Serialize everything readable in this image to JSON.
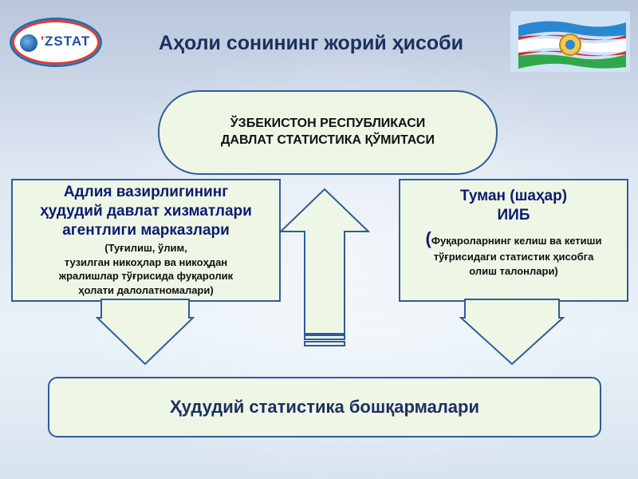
{
  "header": {
    "logo_text": "ZSTAT",
    "logo_mark": "'",
    "title": "Аҳоли сонининг жорий ҳисоби"
  },
  "top_oval": {
    "line1": "ЎЗБЕКИСТОН РЕСПУБЛИКАСИ",
    "line2": "ДАВЛАТ СТАТИСТИКА ҚЎМИТАСИ"
  },
  "left_box": {
    "title_lines": [
      "Адлия вазирлигининг",
      "ҳудудий давлат хизматлари",
      "агентлиги марказлари"
    ],
    "note_lines": [
      "(Туғилиш, ўлим,",
      "тузилган никоҳлар ва никоҳдан",
      "жралишлар тўғрисида фуқаролик",
      "ҳолати далолатномалари)"
    ]
  },
  "right_box": {
    "title_lines": [
      "Туман (шаҳар)",
      "ИИБ"
    ],
    "note_paren": "(",
    "note_lines": [
      "Фуқароларнинг келиш ва кетиши",
      "тўғрисидаги статистик ҳисобга",
      "олиш талонлари)"
    ]
  },
  "bottom_box": {
    "label": "Ҳудудий статистика бошқармалари"
  },
  "colors": {
    "border": "#2f5c9b",
    "box_fill": "#eef6e6",
    "title": "#1d2f5e",
    "box_text": "#0c1b6e"
  }
}
